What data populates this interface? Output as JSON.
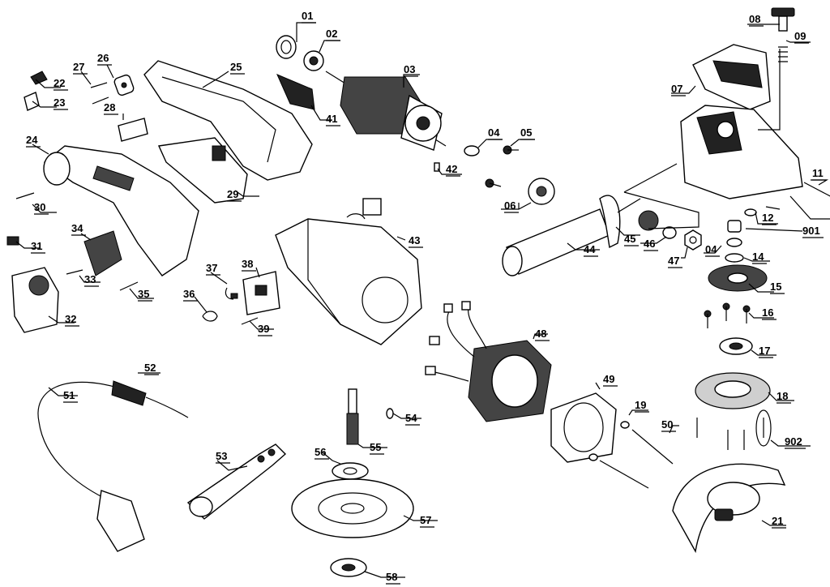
{
  "labels": {
    "p01": "01",
    "p02": "02",
    "p03": "03",
    "p04a": "04",
    "p04b": "04",
    "p05": "05",
    "p06": "06",
    "p07": "07",
    "p08": "08",
    "p09": "09",
    "p11": "11",
    "p12": "12",
    "p14": "14",
    "p15": "15",
    "p16": "16",
    "p17": "17",
    "p18": "18",
    "p19": "19",
    "p21": "21",
    "p22": "22",
    "p23": "23",
    "p24": "24",
    "p25": "25",
    "p26": "26",
    "p27": "27",
    "p28": "28",
    "p29": "29",
    "p30": "30",
    "p31": "31",
    "p32": "32",
    "p33": "33",
    "p34": "34",
    "p35": "35",
    "p36": "36",
    "p37": "37",
    "p38": "38",
    "p39": "39",
    "p41": "41",
    "p42": "42",
    "p43": "43",
    "p44": "44",
    "p45": "45",
    "p46": "46",
    "p47": "47",
    "p48": "48",
    "p49": "49",
    "p50": "50",
    "p51": "51",
    "p52": "52",
    "p53": "53",
    "p54": "54",
    "p55": "55",
    "p56": "56",
    "p57": "57",
    "p58": "58",
    "p901": "901",
    "p902": "902"
  }
}
